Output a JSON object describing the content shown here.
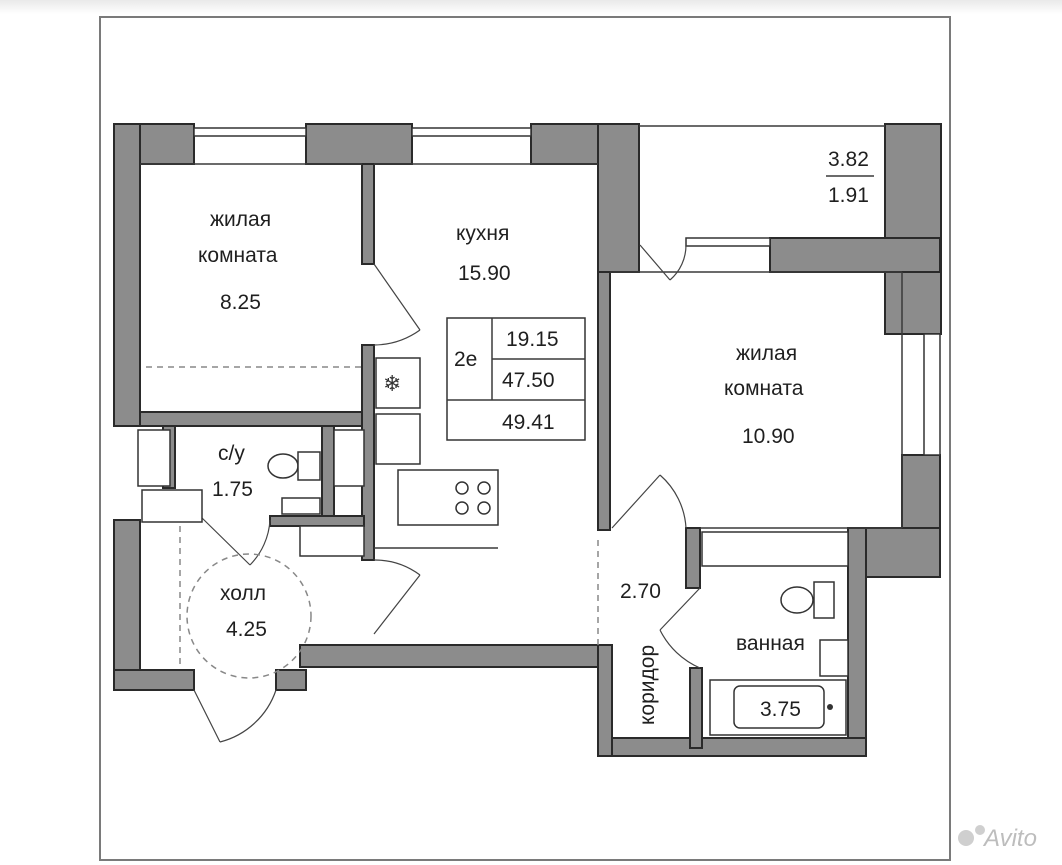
{
  "plan": {
    "rooms": {
      "living_left": {
        "line1": "жилая",
        "line2": "комната",
        "area": "8.25"
      },
      "kitchen": {
        "line1": "кухня",
        "area": "15.90"
      },
      "living_right": {
        "line1": "жилая",
        "line2": "комната",
        "area": "10.90"
      },
      "wc": {
        "name": "с/у",
        "area": "1.75"
      },
      "hall": {
        "name": "холл",
        "area": "4.25"
      },
      "corridor": {
        "name": "коридор",
        "area": "2.70"
      },
      "bathroom": {
        "name": "ванная",
        "area": "3.75"
      },
      "balcony": {
        "area_top": "3.82",
        "area_bottom": "1.91"
      }
    },
    "summary": {
      "rooms_code": "2е",
      "living_area": "19.15",
      "total_area": "47.50",
      "total_with_balcony": "49.41"
    }
  },
  "watermark": {
    "text": "Avito"
  },
  "colors": {
    "wall": "#8c8c8c",
    "outline": "#2a2a2a",
    "frame": "#7a7a7a"
  }
}
